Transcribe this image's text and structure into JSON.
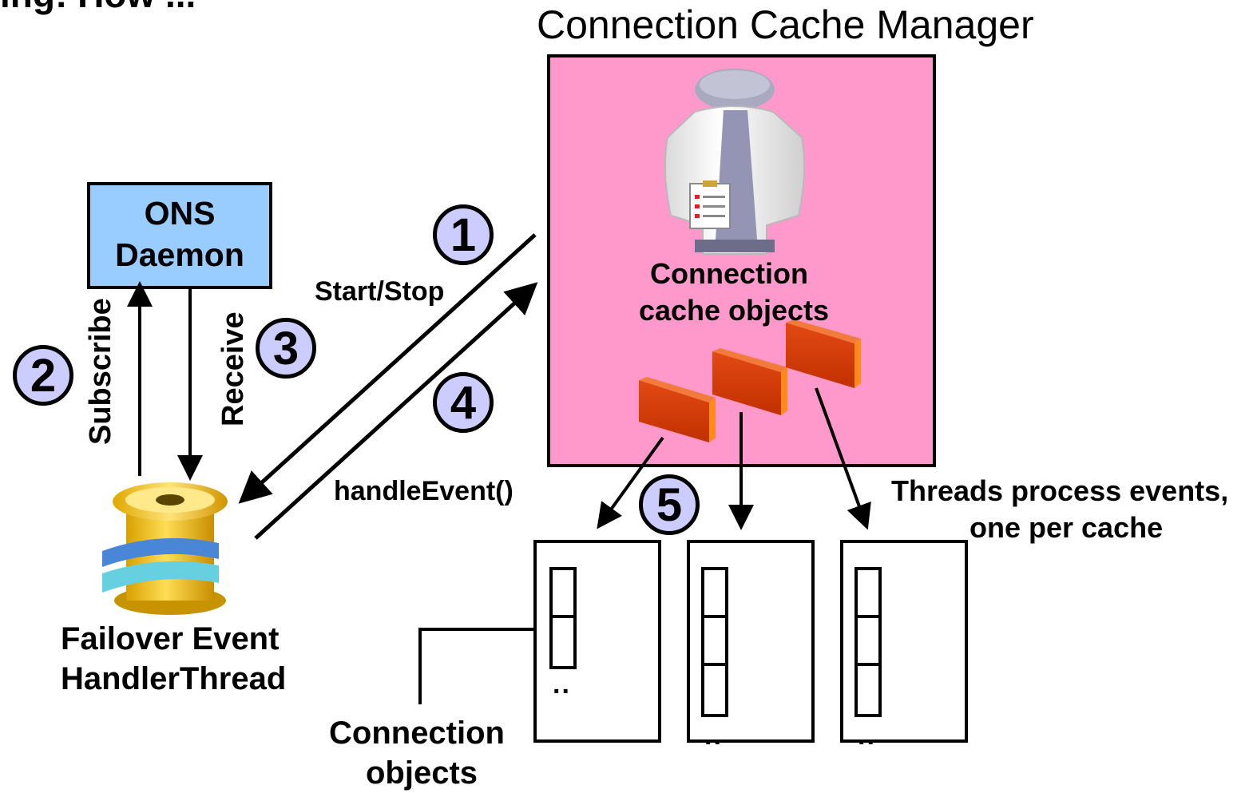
{
  "cut_title": "ing: How ...",
  "manager_title": "Connection Cache Manager",
  "ons": {
    "line1": "ONS",
    "line2": "Daemon"
  },
  "steps": {
    "s1": "1",
    "s2": "2",
    "s3": "3",
    "s4": "4",
    "s5": "5"
  },
  "labels": {
    "subscribe": "Subscribe",
    "receive": "Receive",
    "start_stop": "Start/Stop",
    "handle_event": "handleEvent()",
    "cache_objects_line1": "Connection",
    "cache_objects_line2": "cache objects",
    "threads_line1": "Threads process events,",
    "threads_line2": "one per cache",
    "failover_line1": "Failover Event",
    "failover_line2": "HandlerThread",
    "conn_objects_line1": "Connection",
    "conn_objects_line2": "objects",
    "ellipsis": ".."
  },
  "colors": {
    "ons_box": "#99ccff",
    "manager_bg": "#ff99cc",
    "step_circle": "#ccccff",
    "cache_object": "#d63a0a",
    "thread_spool": "#f2c200"
  },
  "icons": {
    "manager": "person-with-clipboard-icon",
    "thread": "spool-thread-icon",
    "cache_object": "brick-icon"
  }
}
